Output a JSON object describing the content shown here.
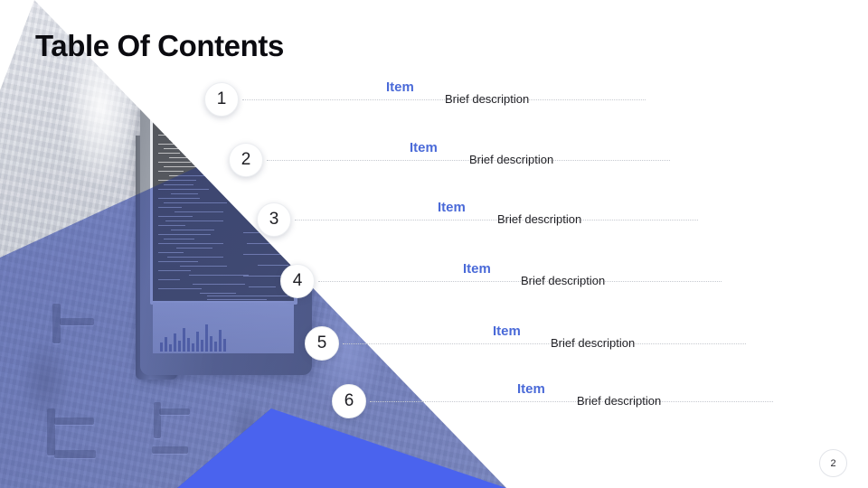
{
  "slide": {
    "title": "Table Of Contents",
    "page_number": "2",
    "accent_blue": "#4a6ad8",
    "wedge_blue": "#4a63ee",
    "title_color": "#0b0b10"
  },
  "toc": {
    "items": [
      {
        "number": "1",
        "label": "Item",
        "description": "Brief description"
      },
      {
        "number": "2",
        "label": "Item",
        "description": "Brief description"
      },
      {
        "number": "3",
        "label": "Item",
        "description": "Brief description"
      },
      {
        "number": "4",
        "label": "Item",
        "description": "Brief description"
      },
      {
        "number": "5",
        "label": "Item",
        "description": "Brief description"
      },
      {
        "number": "6",
        "label": "Item",
        "description": "Brief description"
      }
    ]
  },
  "artwork": {
    "photo_caption": "concrete-wall-photo",
    "device_caption": "laptop-with-code-editor"
  }
}
